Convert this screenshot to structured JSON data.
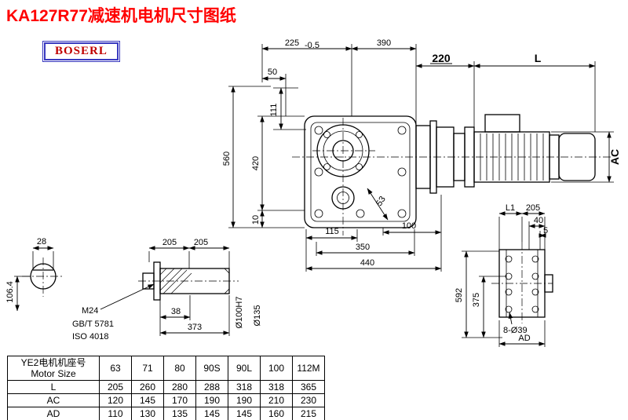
{
  "title": "KA127R77减速机电机尺寸图纸",
  "logo": "BOSERL",
  "dims": {
    "top_225": "225",
    "top_225_tol": "-0.5",
    "top_390": "390",
    "top_220": "220",
    "top_L": "L",
    "top_50": "50",
    "left_111": "111",
    "left_560": "560",
    "left_420": "420",
    "left_10": "10",
    "right_AC": "AC",
    "bottom_115": "115",
    "bottom_100": "100",
    "bottom_53": "53",
    "bottom_350": "350",
    "bottom_440": "440",
    "shaft_28": "28",
    "shaft_106_4": "106.4",
    "detail_205a": "205",
    "detail_205b": "205",
    "detail_M24": "M24",
    "detail_GBT": "GB/T 5781",
    "detail_ISO": "ISO 4018",
    "detail_38": "38",
    "detail_373": "373",
    "detail_d100": "Ø100H7",
    "detail_d135": "Ø135",
    "flange_L1": "L1",
    "flange_205": "205",
    "flange_40": "40",
    "flange_5": "5",
    "flange_592": "592",
    "flange_375": "375",
    "flange_8d39": "8-Ø39",
    "flange_AD": "AD"
  },
  "table": {
    "header_cn": "YE2电机机座号",
    "header_en": "Motor Size",
    "sizes": [
      "63",
      "71",
      "80",
      "90S",
      "90L",
      "100",
      "112M"
    ],
    "rows": [
      {
        "label": "L",
        "values": [
          "205",
          "260",
          "280",
          "288",
          "318",
          "318",
          "365"
        ]
      },
      {
        "label": "AC",
        "values": [
          "120",
          "145",
          "170",
          "190",
          "190",
          "210",
          "230"
        ]
      },
      {
        "label": "AD",
        "values": [
          "110",
          "130",
          "135",
          "145",
          "145",
          "160",
          "215"
        ]
      }
    ]
  }
}
